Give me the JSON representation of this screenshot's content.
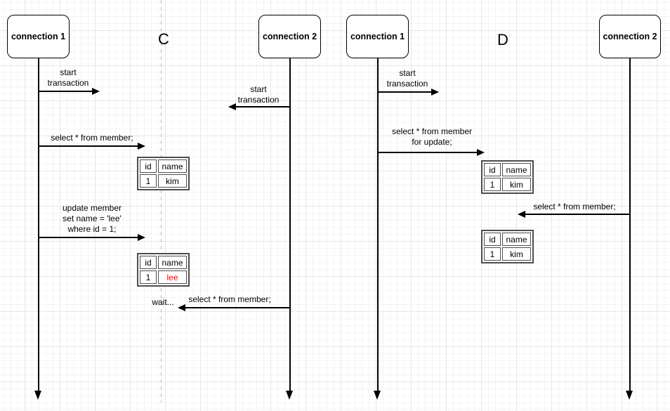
{
  "colors": {
    "highlight": "#ff0000",
    "line": "#000000",
    "table_border": "#4d4d4d"
  },
  "panel_c": {
    "label": "C",
    "actor1": "connection 1",
    "actor2": "connection 2",
    "msg_start_tx_c1": "start\ntransaction",
    "msg_select_c1": "select * from member;",
    "msg_update_c1": "update member\nset name = 'lee'\nwhere id = 1;",
    "msg_wait": "wait...",
    "msg_select_c2": "select * from member;",
    "msg_start_tx_c2": "start\ntransaction",
    "table_result1": {
      "col1": "id",
      "col2": "name",
      "val1": "1",
      "val2": "kim"
    },
    "table_result2": {
      "col1": "id",
      "col2": "name",
      "val1": "1",
      "val2": "lee"
    }
  },
  "panel_d": {
    "label": "D",
    "actor1": "connection 1",
    "actor2": "connection 2",
    "msg_start_tx_c1": "start\ntransaction",
    "msg_select_for_update": "select * from member\nfor update;",
    "msg_select_c2": "select * from member;",
    "table_result1": {
      "col1": "id",
      "col2": "name",
      "val1": "1",
      "val2": "kim"
    },
    "table_result2": {
      "col1": "id",
      "col2": "name",
      "val1": "1",
      "val2": "kim"
    }
  }
}
